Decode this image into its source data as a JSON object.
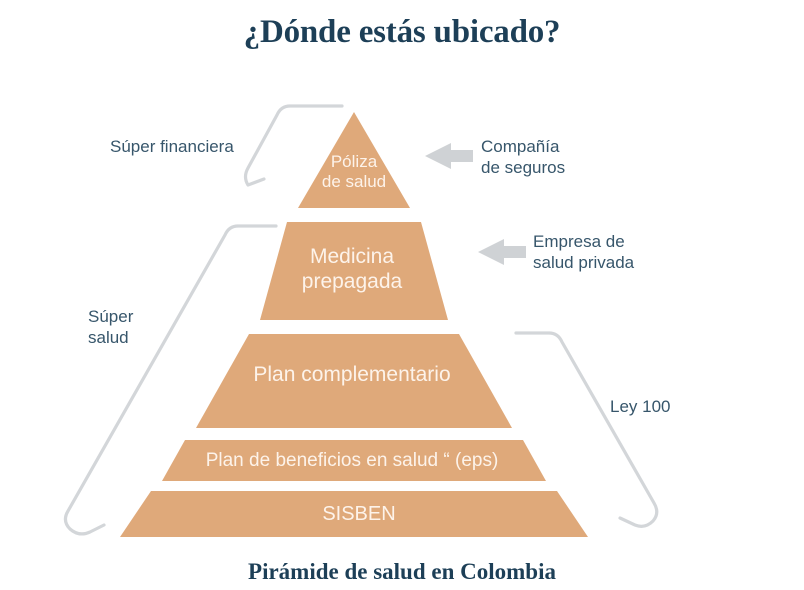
{
  "header": {
    "title": "¿Dónde estás ubicado?"
  },
  "footer": {
    "caption": "Pirámide de salud en Colombia"
  },
  "colors": {
    "tier_fill": "#dfa97a",
    "tier_text": "#fdf3ea",
    "annotation_text": "#37566b",
    "title_text": "#1d3f57",
    "bracket_line": "#d3d6d9",
    "arrow": "#cfd2d5",
    "background": "#ffffff"
  },
  "pyramid": {
    "tiers": [
      {
        "id": "tier-1",
        "label": "Póliza\nde salud",
        "level": 1
      },
      {
        "id": "tier-2",
        "label": "Medicina\nprepagada",
        "level": 2
      },
      {
        "id": "tier-3",
        "label": "Plan complementario",
        "level": 3
      },
      {
        "id": "tier-4",
        "label": "Plan de beneficios en salud “ (eps)",
        "level": 4
      },
      {
        "id": "tier-5",
        "label": "SISBEN",
        "level": 5
      }
    ]
  },
  "annotations": {
    "left": [
      {
        "id": "super-financiera",
        "label": "Súper financiera",
        "covers": "tier-1"
      },
      {
        "id": "super-salud",
        "label": "Súper\nsalud",
        "covers": "tier-2,tier-3,tier-4,tier-5"
      }
    ],
    "right": [
      {
        "id": "compania-seguros",
        "label": "Compañía\nde seguros",
        "points_to": "tier-1",
        "icon": "arrow-left-icon"
      },
      {
        "id": "empresa-salud",
        "label": "Empresa de\nsalud privada",
        "points_to": "tier-2",
        "icon": "arrow-left-icon"
      },
      {
        "id": "ley-100",
        "label": "Ley 100",
        "covers": "tier-3,tier-4,tier-5"
      }
    ]
  }
}
